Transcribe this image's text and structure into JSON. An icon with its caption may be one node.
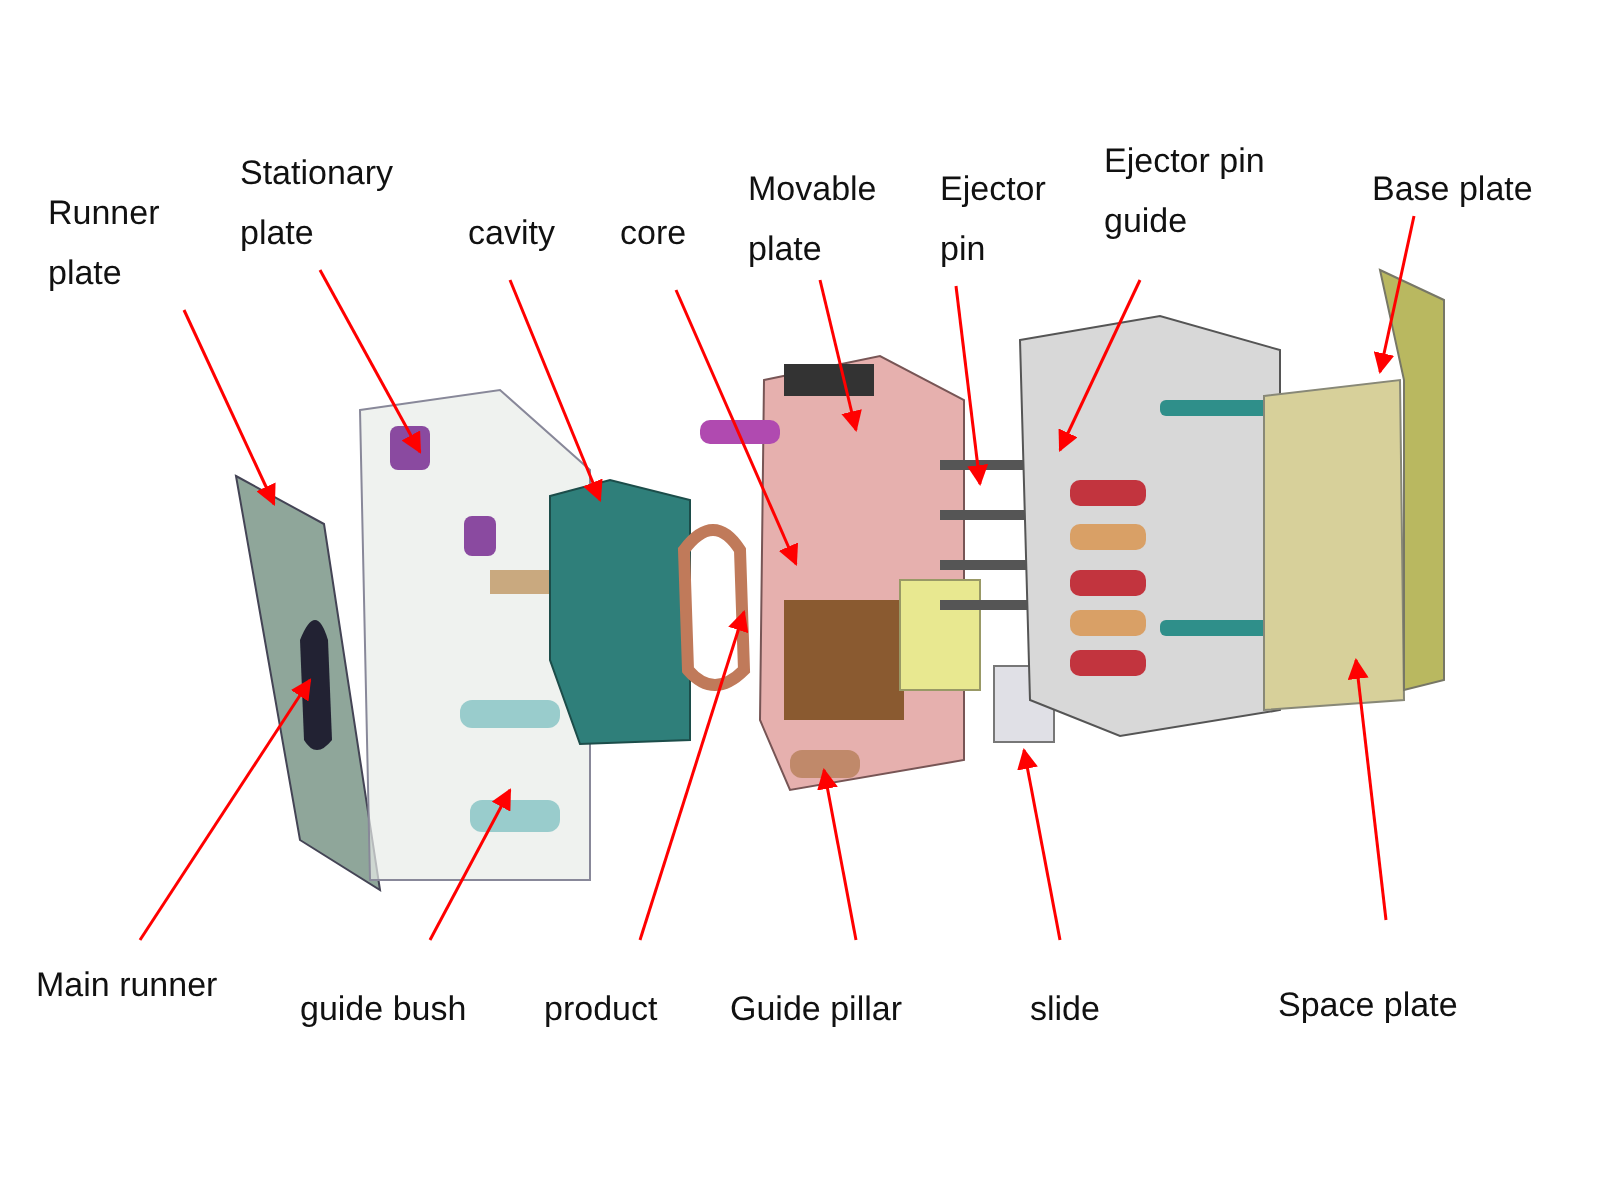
{
  "diagram": {
    "nodes": [
      {
        "text": [
          "Runner plate"
        ]
      },
      {
        "text": [
          "Stationary plate"
        ]
      },
      {
        "text": [
          "cavity"
        ]
      },
      {
        "text": [
          "core"
        ]
      },
      {
        "text": [
          "Movable plate"
        ]
      },
      {
        "text": [
          "Ejector pin"
        ]
      },
      {
        "text": [
          "Ejector pin guide"
        ]
      },
      {
        "text": [
          "Base plate"
        ]
      },
      {
        "text": [
          "Main runner"
        ]
      },
      {
        "text": [
          "guide bush"
        ]
      },
      {
        "text": [
          "product"
        ]
      },
      {
        "text": [
          "Guide pillar"
        ]
      },
      {
        "text": [
          "slide"
        ]
      },
      {
        "text": [
          "Space plate"
        ]
      }
    ],
    "edges": [
      {
        "from": 0,
        "to": null,
        "arrow": "to"
      },
      {
        "from": 1,
        "to": null,
        "arrow": "to"
      },
      {
        "from": 2,
        "to": null,
        "arrow": "to"
      },
      {
        "from": 3,
        "to": null,
        "arrow": "to"
      },
      {
        "from": 4,
        "to": null,
        "arrow": "to"
      },
      {
        "from": 5,
        "to": null,
        "arrow": "to"
      },
      {
        "from": 6,
        "to": null,
        "arrow": "to"
      },
      {
        "from": 7,
        "to": null,
        "arrow": "to"
      },
      {
        "from": 8,
        "to": null,
        "arrow": "to"
      },
      {
        "from": 9,
        "to": null,
        "arrow": "to"
      },
      {
        "from": 10,
        "to": null,
        "arrow": "to"
      },
      {
        "from": 11,
        "to": null,
        "arrow": "to"
      },
      {
        "from": 12,
        "to": null,
        "arrow": "to"
      },
      {
        "from": 13,
        "to": null,
        "arrow": "to"
      }
    ]
  }
}
